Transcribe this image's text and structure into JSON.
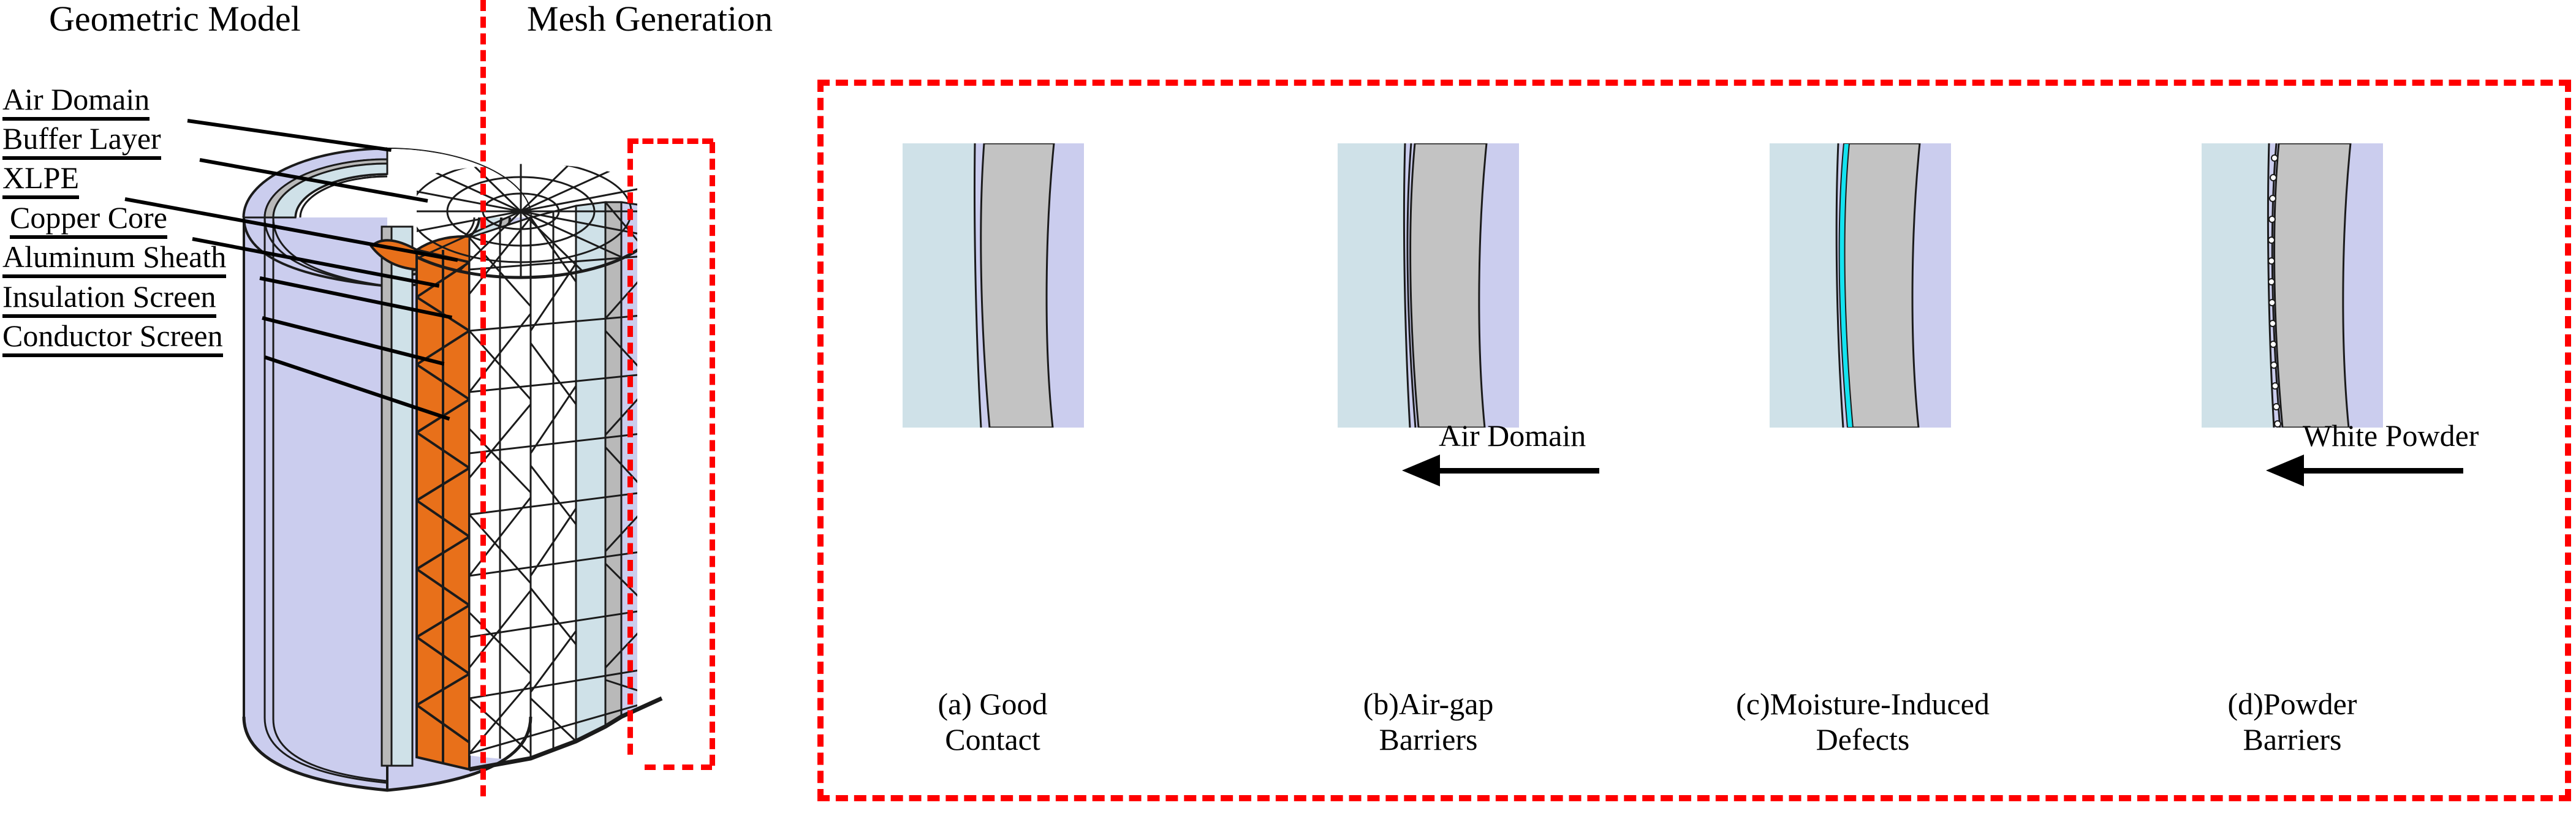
{
  "figure": {
    "left_section_title": "Geometric Model",
    "right_section_title": "Mesh Generation",
    "accent_red": "#ff0000",
    "colors": {
      "air_domain": "#cbcdee",
      "buffer_layer": "#c3c3c3",
      "xlpe": "#cfe1e8",
      "copper_core": "#e8701a",
      "moisture": "#13e3f0",
      "outline": "#1b1b1b"
    }
  },
  "layer_labels": [
    {
      "id": "air-domain",
      "text": "Air Domain"
    },
    {
      "id": "buffer-layer",
      "text": "Buffer Layer"
    },
    {
      "id": "xlpe",
      "text": "XLPE"
    },
    {
      "id": "copper-core",
      "text": "Copper Core"
    },
    {
      "id": "aluminum-sheath",
      "text": "Aluminum Sheath"
    },
    {
      "id": "insulation-screen",
      "text": "Insulation Screen"
    },
    {
      "id": "conductor-screen",
      "text": "Conductor Screen"
    }
  ],
  "panels": [
    {
      "id": "a",
      "caption_line1": "(a) Good",
      "caption_line2": "Contact",
      "annotation": null,
      "defect": "none"
    },
    {
      "id": "b",
      "caption_line1": "(b)Air-gap",
      "caption_line2": "Barriers",
      "annotation": "Air Domain",
      "defect": "air-gap"
    },
    {
      "id": "c",
      "caption_line1": "(c)Moisture-Induced",
      "caption_line2": "Defects",
      "annotation": null,
      "defect": "moisture"
    },
    {
      "id": "d",
      "caption_line1": "(d)Powder",
      "caption_line2": "Barriers",
      "annotation": "White Powder",
      "defect": "powder"
    }
  ]
}
